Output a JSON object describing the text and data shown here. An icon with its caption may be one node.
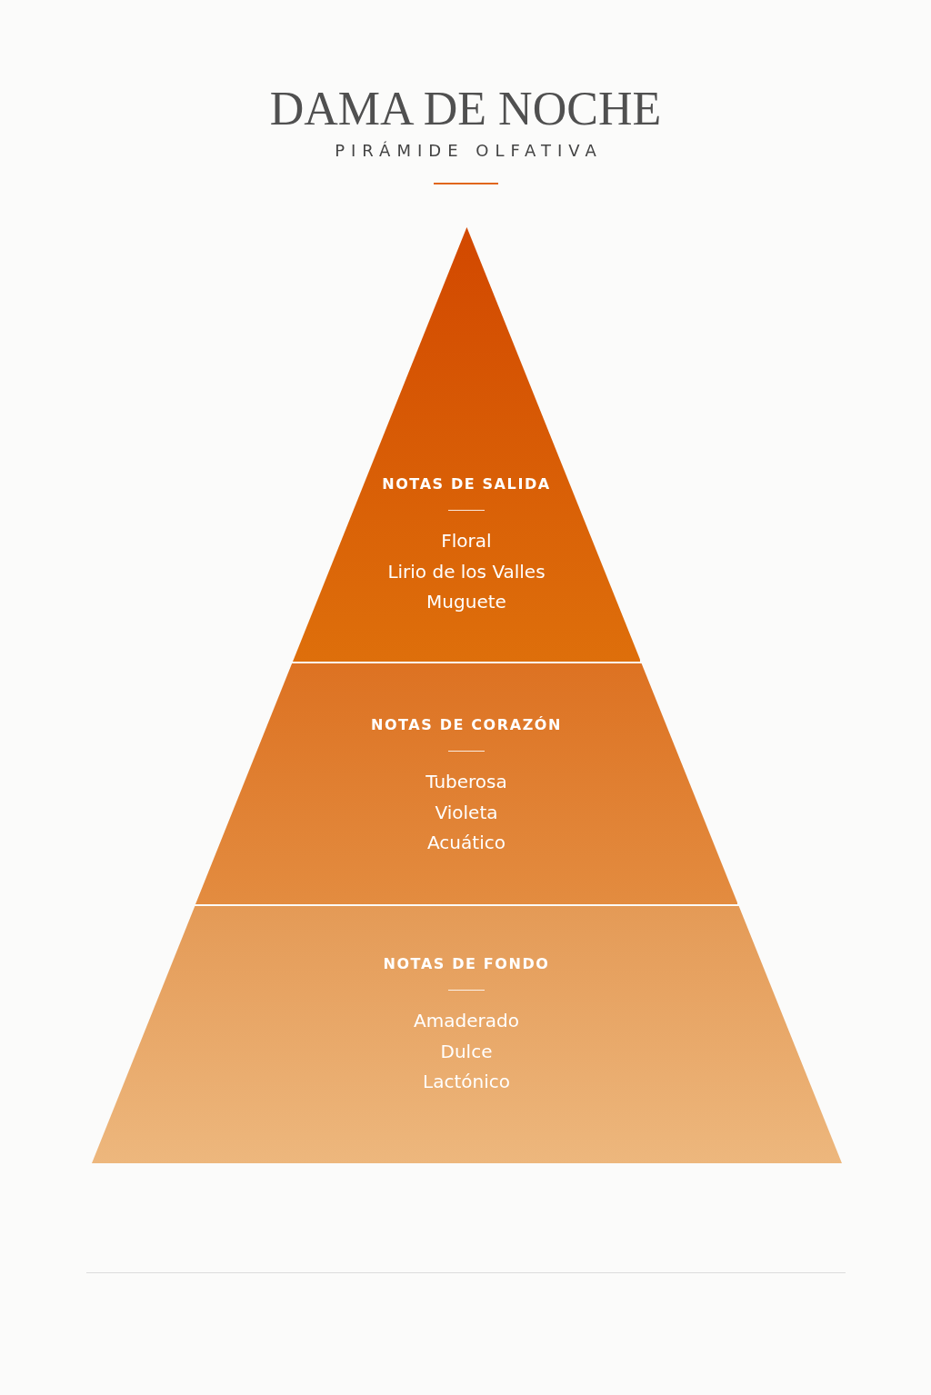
{
  "diagram": {
    "title": "DAMA DE NOCHE",
    "nodes": [
      {
        "text": [
          "NOTAS DE SALIDA",
          "Floral",
          "Lirio de los Valles",
          "Muguete"
        ]
      },
      {
        "text": [
          "NOTAS DE CORAZÓN",
          "Tuberosa",
          "Violeta",
          "Acuático"
        ]
      },
      {
        "text": [
          "NOTAS DE FONDO",
          "Amaderado",
          "Dulce",
          "Lactónico"
        ]
      }
    ],
    "labels": [
      "PIRÁMIDE OLFATIVA"
    ]
  }
}
